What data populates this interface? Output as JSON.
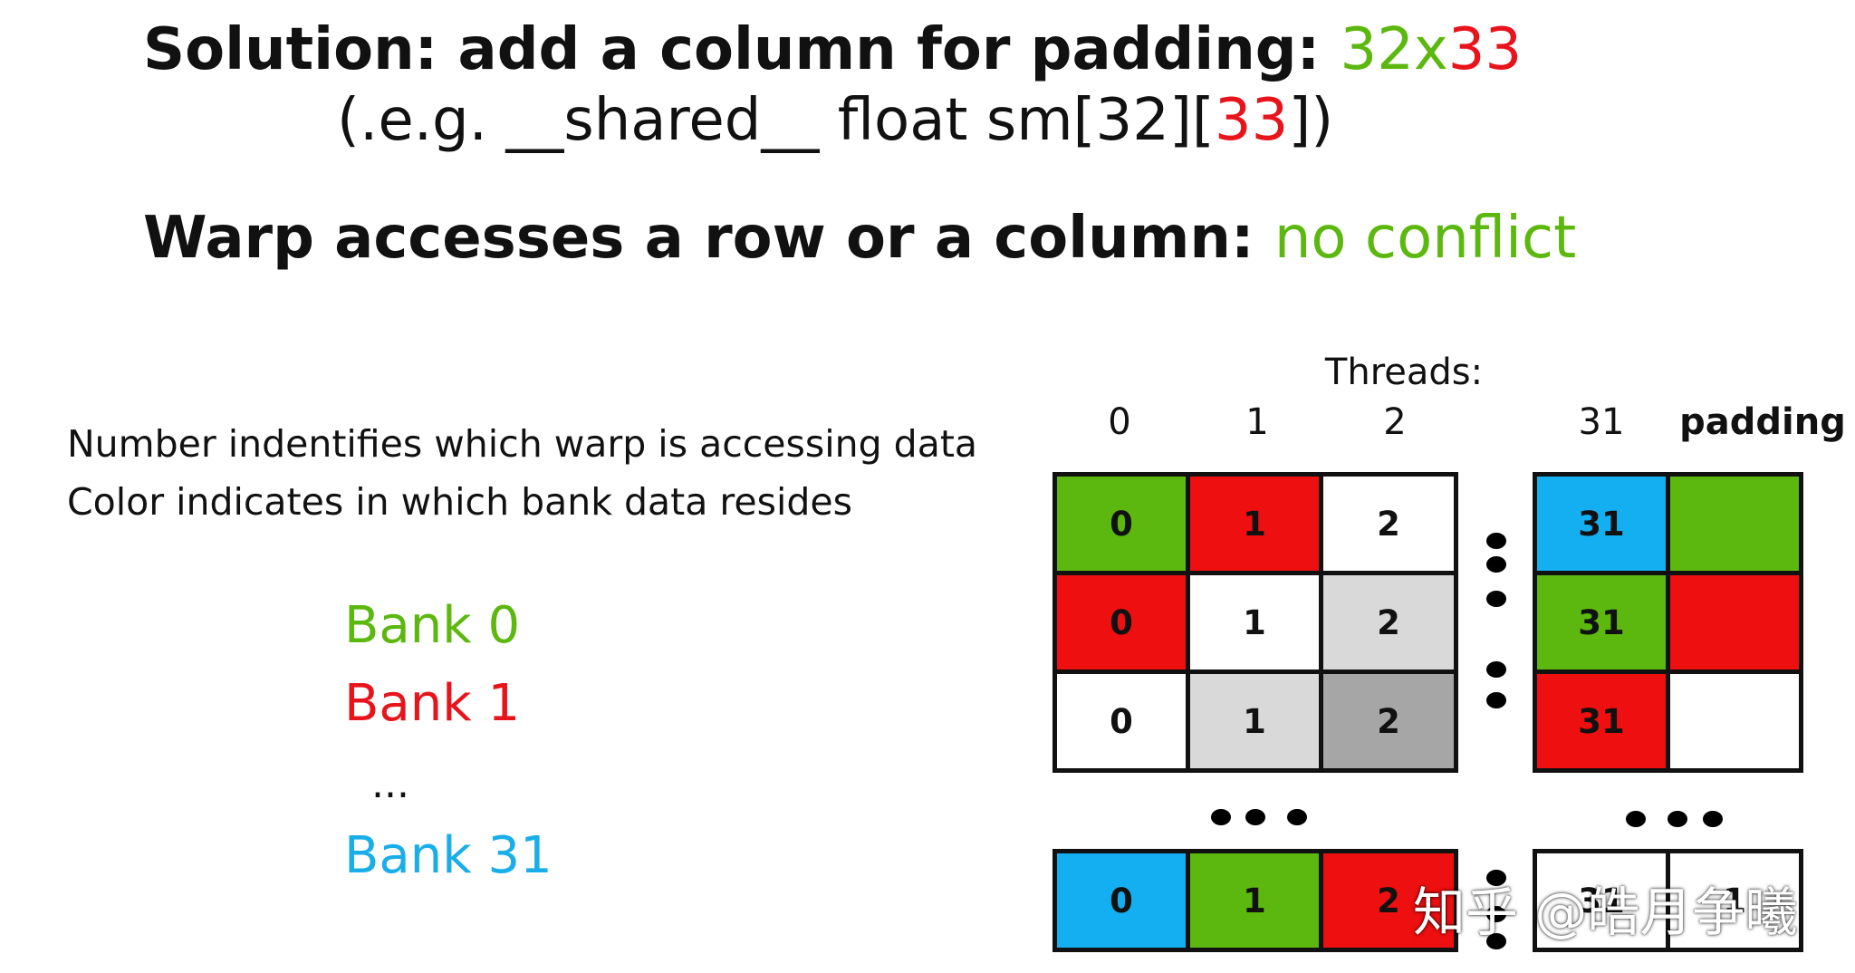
{
  "title": {
    "prefix": "Solution: add a column for padding: ",
    "dim_a": "32x",
    "dim_b": "33"
  },
  "subtitle": {
    "prefix": "(.e.g. __shared__ float sm[32][",
    "padded": "33",
    "suffix": "])"
  },
  "headline2": {
    "prefix": "Warp accesses a row or a column: ",
    "result": "no conflict"
  },
  "legend": {
    "line1": "Number indentifies which warp is accessing data",
    "line2": "Color indicates in which bank data resides",
    "banks": [
      {
        "label": "Bank 0",
        "color": "#5cb80e"
      },
      {
        "label": "Bank 1",
        "color": "#e8141c"
      },
      {
        "label": "...",
        "color": "#111111"
      },
      {
        "label": "Bank 31",
        "color": "#1aaee8"
      }
    ]
  },
  "grid": {
    "threads_label": "Threads:",
    "columns": [
      "0",
      "1",
      "2",
      "31",
      "padding"
    ],
    "rows": [
      {
        "cells": [
          {
            "text": "0",
            "color": "#5cb80e"
          },
          {
            "text": "1",
            "color": "#ee0f10"
          },
          {
            "text": "2",
            "color": "#ffffff"
          },
          {
            "text": "31",
            "color": "#13aff0"
          },
          {
            "text": "",
            "color": "#5cb80e"
          }
        ]
      },
      {
        "cells": [
          {
            "text": "0",
            "color": "#ee0f10"
          },
          {
            "text": "1",
            "color": "#ffffff"
          },
          {
            "text": "2",
            "color": "#d9d9d9"
          },
          {
            "text": "31",
            "color": "#5cb80e"
          },
          {
            "text": "",
            "color": "#ee0f10"
          }
        ]
      },
      {
        "cells": [
          {
            "text": "0",
            "color": "#ffffff"
          },
          {
            "text": "1",
            "color": "#d9d9d9"
          },
          {
            "text": "2",
            "color": "#a6a6a6"
          },
          {
            "text": "31",
            "color": "#ee0f10"
          },
          {
            "text": "",
            "color": "#ffffff"
          }
        ]
      },
      {
        "cells": [
          {
            "text": "0",
            "color": "#13aff0"
          },
          {
            "text": "1",
            "color": "#5cb80e"
          },
          {
            "text": "2",
            "color": "#ee0f10"
          },
          {
            "text": "31",
            "color": "#ffffff"
          },
          {
            "text": "1",
            "color": "#ffffff"
          }
        ]
      }
    ]
  },
  "watermark": "知乎 @皓月争曦",
  "colors": {
    "green": "#5cb80e",
    "red": "#e8141c",
    "blue": "#1aaee8"
  }
}
